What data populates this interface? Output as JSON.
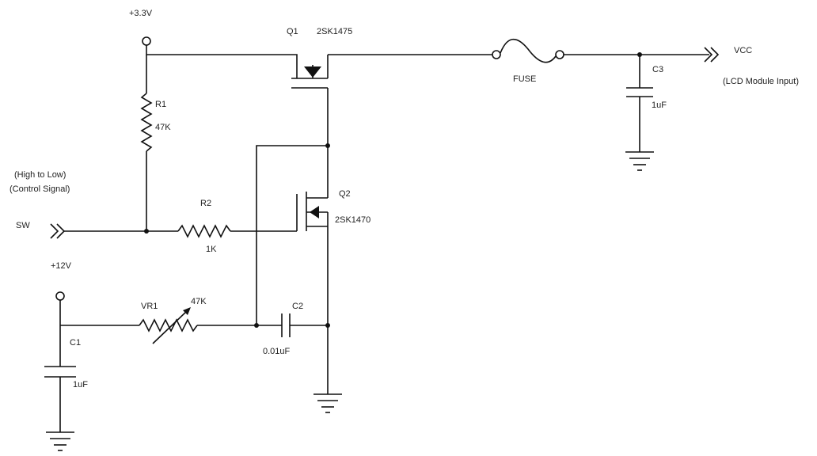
{
  "labels": {
    "v33": "+3.3V",
    "v12": "+12V",
    "q1_ref": "Q1",
    "q1_part": "2SK1475",
    "q2_ref": "Q2",
    "q2_part": "2SK1470",
    "r1_ref": "R1",
    "r1_val": "47K",
    "r2_ref": "R2",
    "r2_val": "1K",
    "vr1_ref": "VR1",
    "vr1_val": "47K",
    "c1_ref": "C1",
    "c1_val": "1uF",
    "c2_ref": "C2",
    "c2_val": "0.01uF",
    "c3_ref": "C3",
    "c3_val": "1uF",
    "fuse": "FUSE",
    "vcc": "VCC",
    "vcc_note": "(LCD Module Input)",
    "sw": "SW",
    "sw_note_1": "(High to Low)",
    "sw_note_2": "(Control Signal)"
  }
}
